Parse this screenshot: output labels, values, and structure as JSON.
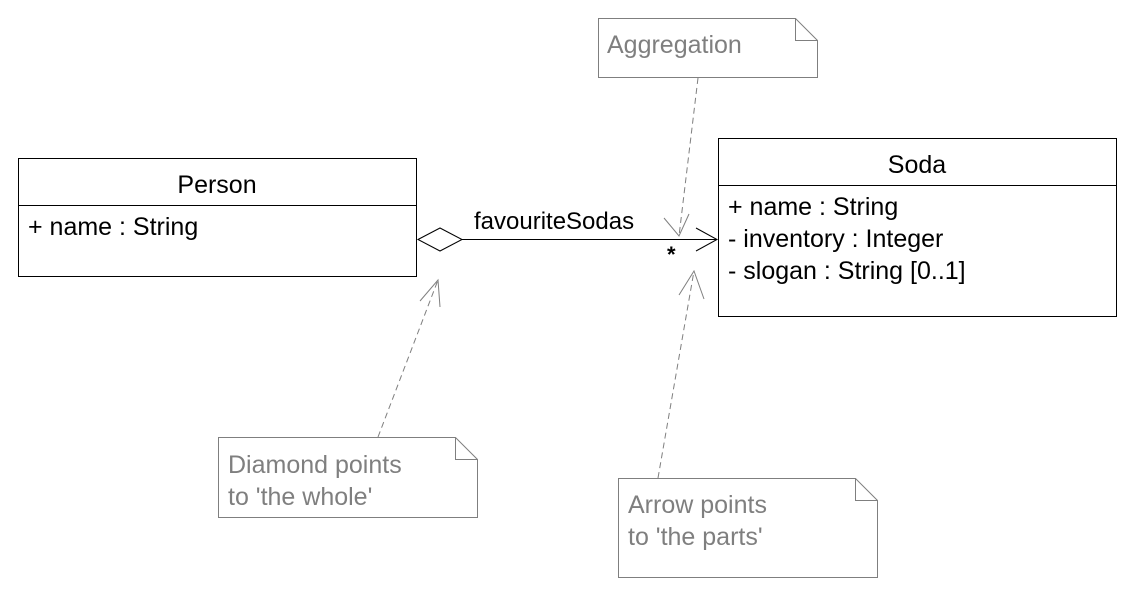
{
  "classes": {
    "person": {
      "name": "Person",
      "attributes": [
        "+ name : String"
      ]
    },
    "soda": {
      "name": "Soda",
      "attributes": [
        "+ name : String",
        "- inventory : Integer",
        "- slogan : String [0..1]"
      ]
    }
  },
  "association": {
    "kind": "aggregation",
    "role": "favouriteSodas",
    "multiplicity": "*"
  },
  "notes": {
    "aggregation": [
      "Aggregation"
    ],
    "diamond": [
      "Diamond points",
      "to 'the whole'"
    ],
    "arrow": [
      "Arrow points",
      "to 'the parts'"
    ]
  },
  "colors": {
    "line": "#000000",
    "note_border": "#7f7f7f",
    "note_text": "#7f7f7f"
  }
}
